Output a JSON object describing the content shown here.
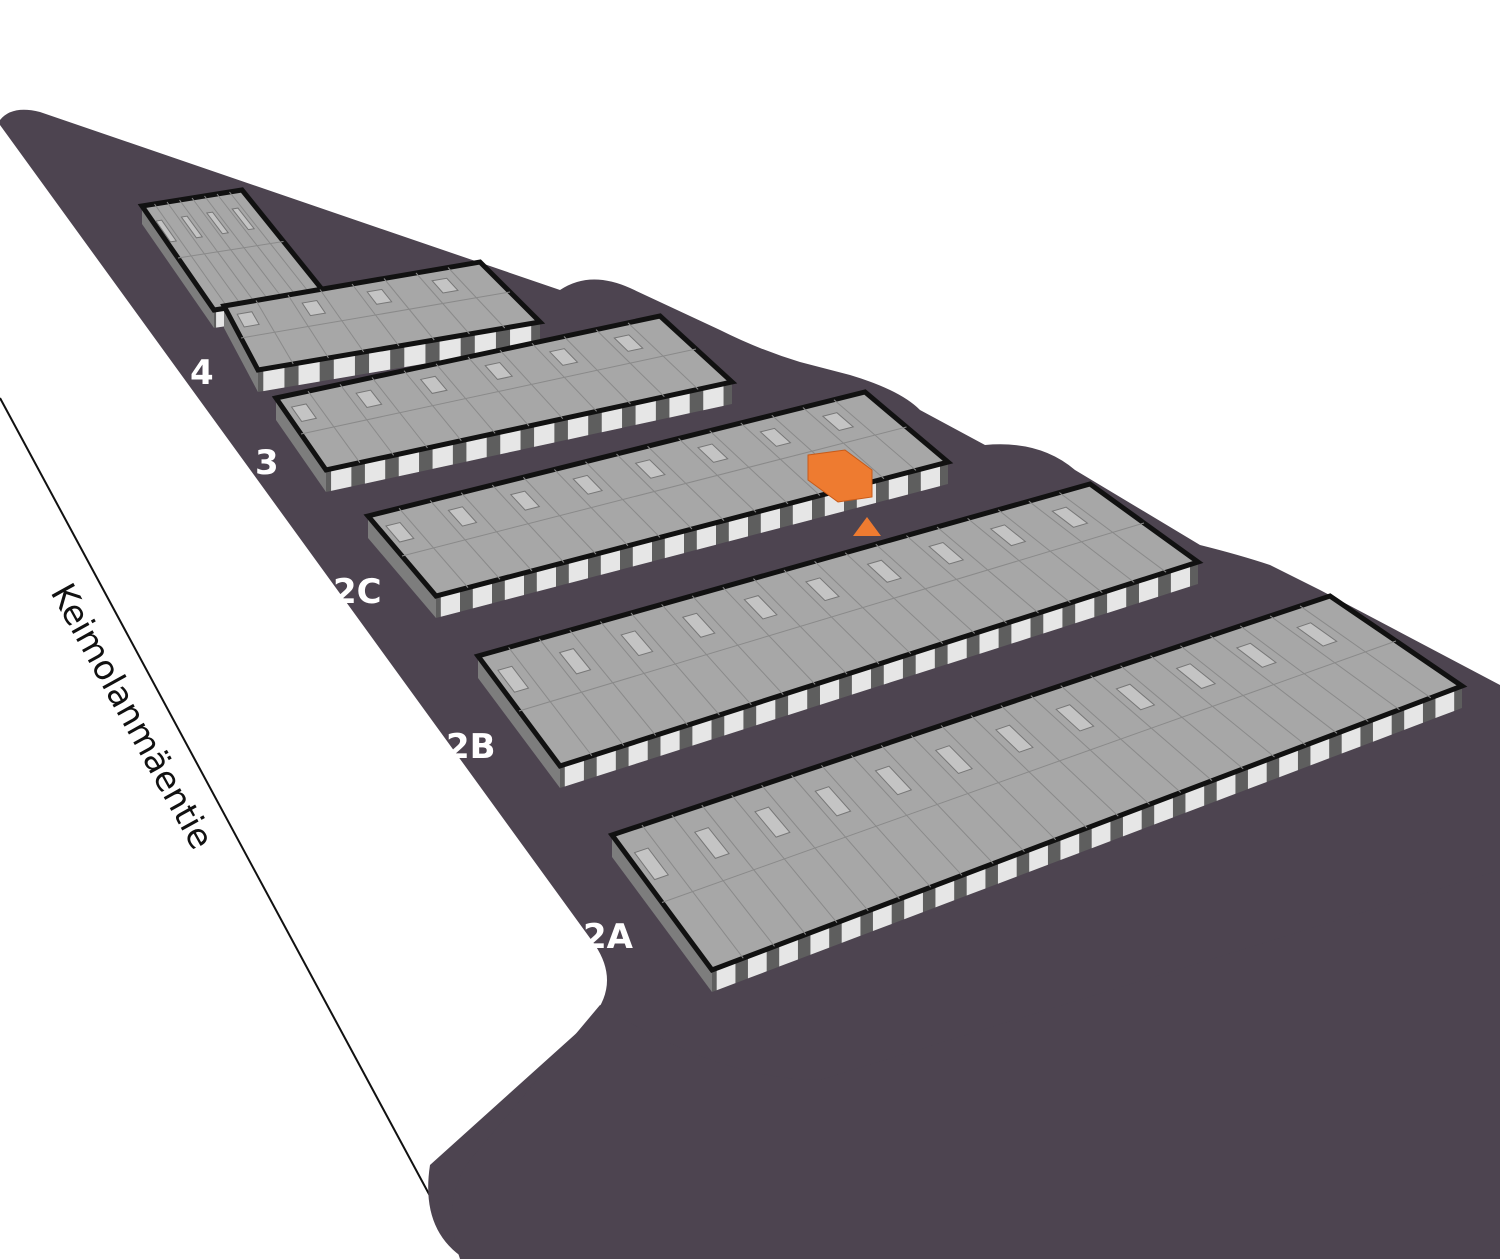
{
  "map": {
    "road_name": "Keimolanmäentie",
    "buildings": [
      {
        "id": "4",
        "label": "4"
      },
      {
        "id": "3",
        "label": "3"
      },
      {
        "id": "2C",
        "label": "2C"
      },
      {
        "id": "2B",
        "label": "2B"
      },
      {
        "id": "2A",
        "label": "2A"
      }
    ],
    "highlighted_unit": {
      "building": "2C",
      "marker": "triangle"
    },
    "colors": {
      "asphalt": "#4d4450",
      "roof": "#a7a7a7",
      "roof_light": "#c4c4c4",
      "facade_light": "#e6e6e6",
      "facade_dark": "#5e5e5e",
      "outline": "#111111",
      "highlight": "#ee7b30",
      "label": "#ffffff"
    }
  }
}
